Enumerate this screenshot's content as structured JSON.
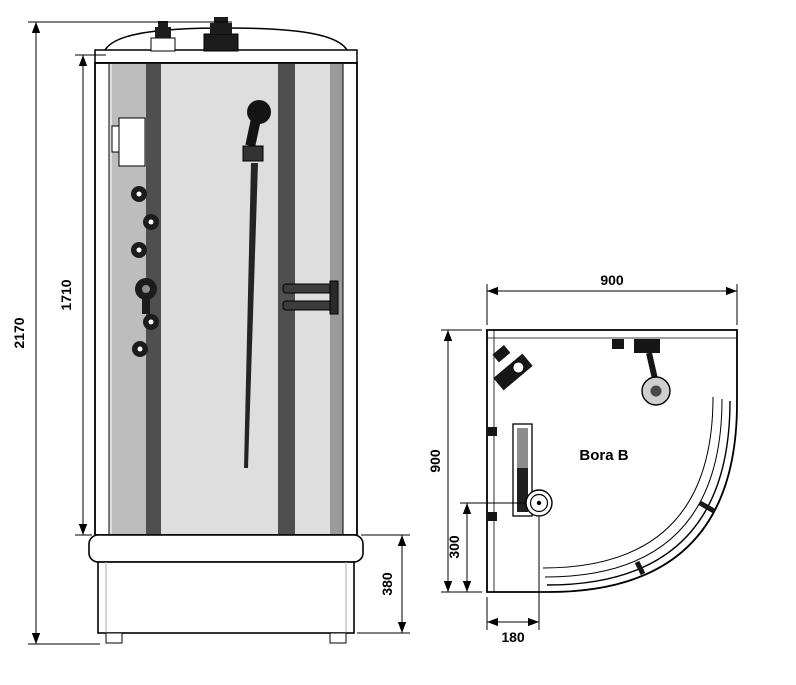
{
  "front_view": {
    "dim_total_height": "2170",
    "dim_cabin_height": "1710",
    "dim_tray_height": "380"
  },
  "plan_view": {
    "dim_width": "900",
    "dim_depth": "900",
    "dim_drain_from_front": "300",
    "dim_drain_from_wall": "180",
    "model_label": "Bora B"
  },
  "colors": {
    "line": "#000000",
    "background": "#ffffff",
    "glass_light": "#dedede",
    "wall_panel": "#bdbdbd",
    "frame_dark": "#4f4f4f",
    "fixture_dark": "#161616"
  }
}
